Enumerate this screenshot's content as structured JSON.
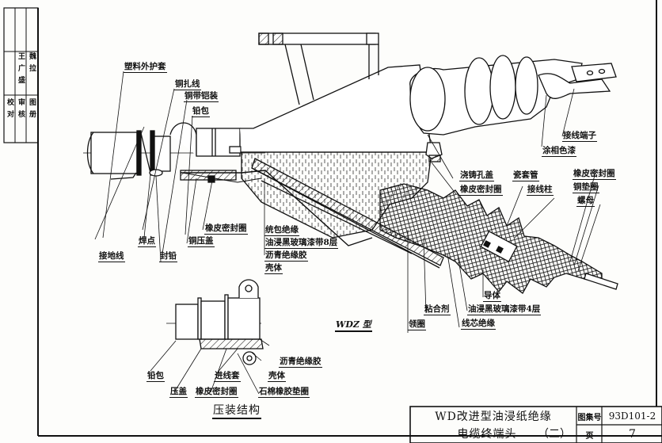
{
  "sidebar": {
    "top_cells": [
      "王广盛",
      "魏拉"
    ],
    "bottom_cells": [
      "校对",
      "审核",
      "图册"
    ]
  },
  "main_view": {
    "type_label": "WDZ 型",
    "labels_left": [
      "塑料外护套",
      "铜扎线",
      "铜带铠装",
      "铅包",
      "接地线",
      "焊点",
      "封铅",
      "铜压盖",
      "橡皮密封圈"
    ],
    "labels_center": [
      "统包绝缘",
      "油浸黑玻璃漆带8层",
      "沥青绝缘胶",
      "壳体"
    ],
    "labels_right_top": [
      "涂相色漆",
      "接线端子"
    ],
    "labels_right_mid": [
      "浇铸孔盖",
      "橡皮密封圈",
      "瓷套管",
      "接线柱",
      "橡皮密封圈",
      "铜垫圈",
      "螺母"
    ],
    "labels_bottom": [
      "导体",
      "油浸黑玻璃漆带4层",
      "粘合剂",
      "线芯绝缘",
      "领圈"
    ]
  },
  "detail_view": {
    "title": "压装结构",
    "labels": [
      "铅包",
      "压盖",
      "进线套",
      "橡皮密封圈",
      "石棉橡胶垫圈",
      "壳体",
      "沥青绝缘胶"
    ]
  },
  "title_block": {
    "drawing_title_line1": "WD改进型油浸纸绝缘",
    "drawing_title_line2": "电缆终端头",
    "drawing_title_suffix": "（二）",
    "atlas_no_label": "图集号",
    "atlas_no_value": "93D101-2",
    "page_label": "页",
    "page_value": "7"
  }
}
